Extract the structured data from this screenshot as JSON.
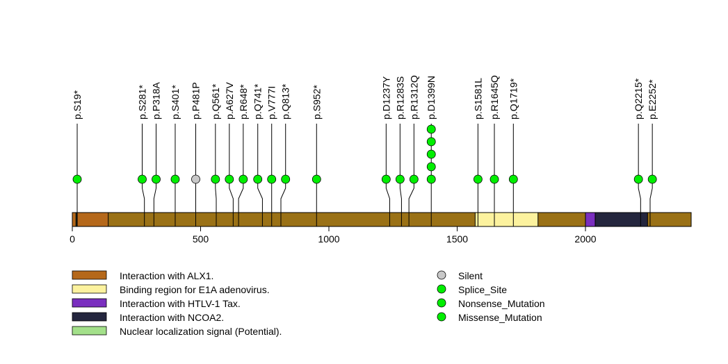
{
  "chart_data": {
    "type": "lollipop",
    "protein_length": 2412,
    "x_ticks": [
      0,
      500,
      1000,
      1500,
      2000
    ],
    "backbone_color": "#9a7116",
    "domains": [
      {
        "name": "Interaction with ALX1.",
        "start": 0,
        "end": 140,
        "color": "#b5681a"
      },
      {
        "name": "Binding region for E1A adenovirus.",
        "start": 1570,
        "end": 1815,
        "color": "#fcf29e"
      },
      {
        "name": "Interaction with HTLV-1 Tax.",
        "start": 2000,
        "end": 2038,
        "color": "#7a2fbf"
      },
      {
        "name": "Interaction with NCOA2.",
        "start": 2038,
        "end": 2242,
        "color": "#24263e"
      },
      {
        "name": "Nuclear localization signal (Potential).",
        "start": 14,
        "end": 17,
        "color": "#a3e08a"
      }
    ],
    "mutation_types": [
      {
        "name": "Silent",
        "color": "#c8c8c8"
      },
      {
        "name": "Splice_Site",
        "color": "#00ee00"
      },
      {
        "name": "Nonsense_Mutation",
        "color": "#00ee00"
      },
      {
        "name": "Missense_Mutation",
        "color": "#00ee00"
      }
    ],
    "mutations": [
      {
        "label": "p.S19*",
        "pos": 19,
        "count": 1,
        "type": "Nonsense_Mutation"
      },
      {
        "label": "p.S281*",
        "pos": 281,
        "count": 1,
        "type": "Nonsense_Mutation"
      },
      {
        "label": "p.P318A",
        "pos": 318,
        "count": 1,
        "type": "Missense_Mutation"
      },
      {
        "label": "p.S401*",
        "pos": 401,
        "count": 1,
        "type": "Nonsense_Mutation"
      },
      {
        "label": "p.P481P",
        "pos": 481,
        "count": 1,
        "type": "Silent"
      },
      {
        "label": "p.Q561*",
        "pos": 561,
        "count": 1,
        "type": "Nonsense_Mutation"
      },
      {
        "label": "p.A627V",
        "pos": 627,
        "count": 1,
        "type": "Missense_Mutation"
      },
      {
        "label": "p.R648*",
        "pos": 648,
        "count": 1,
        "type": "Nonsense_Mutation"
      },
      {
        "label": "p.Q741*",
        "pos": 741,
        "count": 1,
        "type": "Nonsense_Mutation"
      },
      {
        "label": "p.V777I",
        "pos": 777,
        "count": 1,
        "type": "Missense_Mutation"
      },
      {
        "label": "p.Q813*",
        "pos": 813,
        "count": 1,
        "type": "Nonsense_Mutation"
      },
      {
        "label": "p.S952*",
        "pos": 952,
        "count": 1,
        "type": "Nonsense_Mutation"
      },
      {
        "label": "p.D1237Y",
        "pos": 1237,
        "count": 1,
        "type": "Missense_Mutation"
      },
      {
        "label": "p.R1283S",
        "pos": 1283,
        "count": 1,
        "type": "Missense_Mutation"
      },
      {
        "label": "p.R1312Q",
        "pos": 1312,
        "count": 1,
        "type": "Missense_Mutation"
      },
      {
        "label": "p.D1399N",
        "pos": 1399,
        "count": 5,
        "type": "Missense_Mutation"
      },
      {
        "label": "p.S1581L",
        "pos": 1581,
        "count": 1,
        "type": "Missense_Mutation"
      },
      {
        "label": "p.R1645Q",
        "pos": 1645,
        "count": 1,
        "type": "Missense_Mutation"
      },
      {
        "label": "p.Q1719*",
        "pos": 1719,
        "count": 1,
        "type": "Nonsense_Mutation"
      },
      {
        "label": "p.Q2215*",
        "pos": 2215,
        "count": 1,
        "type": "Nonsense_Mutation"
      },
      {
        "label": "p.E2252*",
        "pos": 2252,
        "count": 1,
        "type": "Nonsense_Mutation"
      }
    ]
  }
}
